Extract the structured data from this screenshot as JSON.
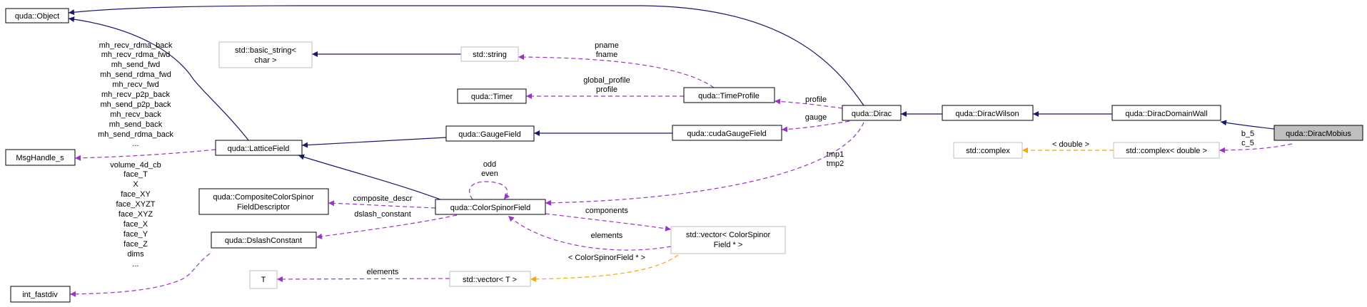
{
  "nodes": {
    "object": "quda::Object",
    "basic_string": [
      "std::basic_string<",
      "char >"
    ],
    "std_string": "std::string",
    "timer": "quda::Timer",
    "timeprofile": "quda::TimeProfile",
    "msghandle": "MsgHandle_s",
    "latticefield": "quda::LatticeField",
    "gaugefield": "quda::GaugeField",
    "cudagaugefield": "quda::cudaGaugeField",
    "dirac": "quda::Dirac",
    "diracwilson": "quda::DiracWilson",
    "diracdomainwall": "quda::DiracDomainWall",
    "diracmobius": "quda::DiracMobius",
    "std_complex": "std::complex",
    "complex_double": "std::complex< double >",
    "ccsfd": [
      "quda::CompositeColorSpinor",
      "FieldDescriptor"
    ],
    "colorspinorfield": "quda::ColorSpinorField",
    "dslashconstant": "quda::DslashConstant",
    "vector_csf": [
      "std::vector< ColorSpinor",
      "Field * >"
    ],
    "T": "T",
    "vector_T": "std::vector< T >",
    "int_fastdiv": "int_fastdiv"
  },
  "edge_labels": {
    "pname_fname": [
      "pname",
      "fname"
    ],
    "global_profile": [
      "global_profile",
      "profile"
    ],
    "profile": "profile",
    "gauge": "gauge",
    "b5c5": [
      "b_5",
      "c_5"
    ],
    "double_tpl": "< double >",
    "msg_members": [
      "mh_recv_rdma_back",
      "mh_recv_rdma_fwd",
      "mh_send_fwd",
      "mh_send_rdma_fwd",
      "mh_recv_fwd",
      "mh_recv_p2p_back",
      "mh_send_p2p_back",
      "mh_recv_back",
      "mh_send_back",
      "mh_send_rdma_back",
      "..."
    ],
    "tmp": [
      "tmp1",
      "tmp2"
    ],
    "odd_even": [
      "odd",
      "even"
    ],
    "composite_descr": "composite_descr",
    "dslash_constant": "dslash_constant",
    "components": "components",
    "elements_vec": "elements",
    "csf_ptr_tpl": "< ColorSpinorField * >",
    "elements_T": "elements",
    "fastdiv_members": [
      "volume_4d_cb",
      "face_T",
      "X",
      "face_XY",
      "face_XYZT",
      "face_XYZ",
      "face_X",
      "face_Y",
      "face_Z",
      "dims",
      "..."
    ]
  },
  "colors": {
    "inheritance": "#191970",
    "usage": "#9a32cd",
    "template": "#ffa500",
    "highlight_fill": "#bfbfbf",
    "grey_border": "#bfbfbf"
  }
}
